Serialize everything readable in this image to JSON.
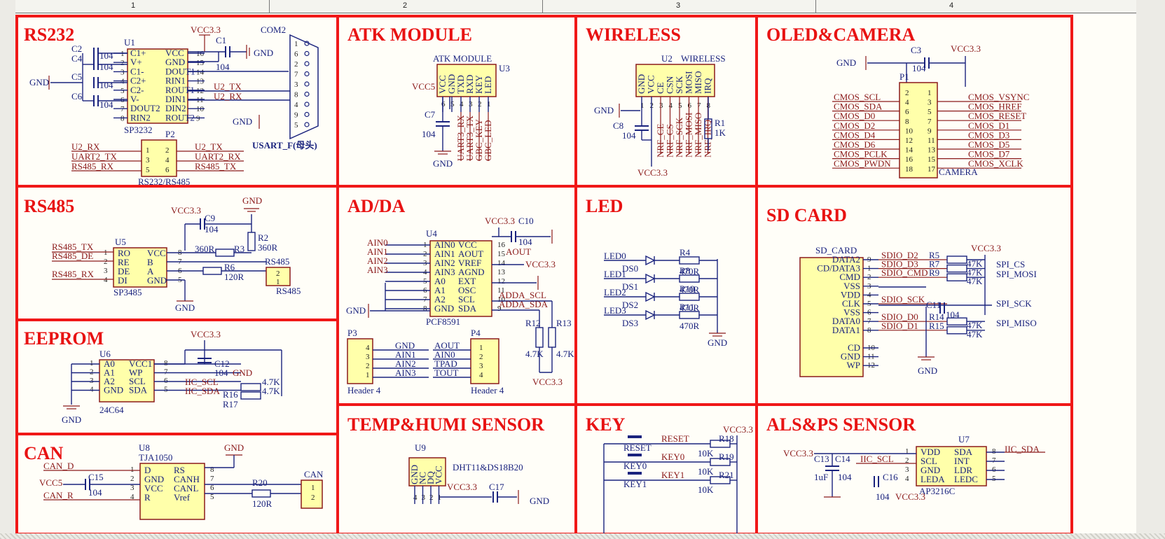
{
  "ruler": [
    "1",
    "2",
    "3",
    "4"
  ],
  "titles": {
    "rs232": "RS232",
    "atk": "ATK MODULE",
    "wireless": "WIRELESS",
    "oled": "OLED&CAMERA",
    "rs485": "RS485",
    "adda": "AD/DA",
    "led": "LED",
    "sdcard": "SD CARD",
    "eeprom": "EEPROM",
    "temp": "TEMP&HUMI SENSOR",
    "key": "KEY",
    "als": "ALS&PS SENSOR",
    "can": "CAN"
  },
  "rs232": {
    "vcc": "VCC3.3",
    "gnd": "GND",
    "com": "COM2",
    "u1": "U1",
    "part": "SP3232",
    "c1": "C1",
    "c1v": "104",
    "c2": "C2",
    "c4": "C4",
    "c5": "C5",
    "c6": "C6",
    "cv": "104",
    "left_pins": [
      "C1+",
      "V+",
      "C1-",
      "C2+",
      "C2-",
      "V-",
      "DOUT2",
      "RIN2"
    ],
    "left_nums": [
      "1",
      "2",
      "3",
      "4",
      "5",
      "6",
      "7",
      "8"
    ],
    "right_pins": [
      "VCC",
      "GND",
      "DOUT1",
      "RIN1",
      "ROUT1",
      "DIN1",
      "DIN2",
      "ROUT2"
    ],
    "right_nums": [
      "16",
      "15",
      "14",
      "13",
      "12",
      "11",
      "10",
      "9"
    ],
    "tx": "U2_TX",
    "rx": "U2_RX",
    "db9_left": [
      "1",
      "6",
      "2",
      "7",
      "3",
      "8",
      "4",
      "9",
      "5"
    ],
    "usart": "USART_F(母头)",
    "p2": "P2",
    "p2part": "RS232/RS485",
    "p2_left": [
      "U2_RX",
      "UART2_TX",
      "RS485_RX"
    ],
    "p2_right": [
      "U2_TX",
      "UART2_RX",
      "RS485_TX"
    ],
    "p2_nums": [
      "1",
      "2",
      "3",
      "4",
      "5",
      "6"
    ]
  },
  "atk": {
    "label": "ATK MODULE",
    "u3": "U3",
    "vcc": "VCC5",
    "c7": "C7",
    "c7v": "104",
    "gnd": "GND",
    "pins": [
      "VCC",
      "GND",
      "TXD",
      "RXD",
      "KEY",
      "LED"
    ],
    "nums": [
      "6",
      "5",
      "4",
      "3",
      "2",
      "1"
    ],
    "nets": [
      "UART3_RX",
      "UART3_TX",
      "GBC_KEY",
      "GBC_LED"
    ]
  },
  "wireless": {
    "u2": "U2",
    "label": "WIRELESS",
    "gnd": "GND",
    "c8": "C8",
    "c8v": "104",
    "vcc": "VCC3.3",
    "pins": [
      "GND",
      "VCC",
      "CE",
      "CSN",
      "SCK",
      "MOSI",
      "MISO",
      "IRQ"
    ],
    "nums": [
      "1",
      "2",
      "3",
      "4",
      "5",
      "6",
      "7",
      "8"
    ],
    "nets": [
      "NRF_CE",
      "NRF_CS",
      "NRF_SCK",
      "NRF_MOSI",
      "NRF_MISO",
      "NRF_IRQ"
    ],
    "r1": "R1",
    "r1v": "1K",
    "irq": "NRF_IRQ"
  },
  "oled": {
    "c3": "C3",
    "c3v": "104",
    "gnd": "GND",
    "vcc": "VCC3.3",
    "p1": "P1",
    "cam": "CAMERA",
    "left": [
      "CMOS_SCL",
      "CMOS_SDA",
      "CMOS_D0",
      "CMOS_D2",
      "CMOS_D4",
      "CMOS_D6",
      "CMOS_PCLK",
      "CMOS_PWDN"
    ],
    "lnums": [
      "2",
      "4",
      "6",
      "8",
      "10",
      "12",
      "14",
      "16",
      "18"
    ],
    "rnums": [
      "1",
      "3",
      "5",
      "7",
      "9",
      "11",
      "13",
      "15",
      "17"
    ],
    "right": [
      "CMOS_VSYNC",
      "CMOS_HREF",
      "CMOS_RESET",
      "CMOS_D1",
      "CMOS_D3",
      "CMOS_D5",
      "CMOS_D7",
      "CMOS_XCLK"
    ]
  },
  "rs485": {
    "vcc": "VCC3.3",
    "gnd": "GND",
    "c9": "C9",
    "c9v": "104",
    "r2": "R2",
    "r2v": "360R",
    "r3": "R3",
    "r3v": "360R",
    "r6": "R6",
    "r6v": "120R",
    "u5": "U5",
    "part": "SP3485",
    "lpins": [
      "RO",
      "RE",
      "DE",
      "DI"
    ],
    "lnums": [
      "1",
      "2",
      "3",
      "4"
    ],
    "rpins": [
      "VCC",
      "B",
      "A",
      "GND"
    ],
    "rnums": [
      "8",
      "7",
      "6",
      "5"
    ],
    "nets": [
      "RS485_TX",
      "RS485_DE",
      "RS485_RX"
    ],
    "conn": "RS485",
    "cnums": [
      "2",
      "1"
    ]
  },
  "adda": {
    "vcc": "VCC3.3",
    "c10": "C10",
    "c10v": "104",
    "u4": "U4",
    "part": "PCF8591",
    "gnd": "GND",
    "ain": [
      "AIN0",
      "AIN1",
      "AIN2",
      "AIN3"
    ],
    "lpins": [
      "AIN0",
      "AIN1",
      "AIN2",
      "AIN3",
      "A0",
      "A1",
      "A2",
      "GND"
    ],
    "lnums": [
      "1",
      "2",
      "3",
      "4",
      "5",
      "6",
      "7",
      "8"
    ],
    "rpins": [
      "VCC",
      "AOUT",
      "VREF",
      "AGND",
      "EXT",
      "OSC",
      "SCL",
      "SDA"
    ],
    "rnums": [
      "16",
      "15",
      "14",
      "13",
      "12",
      "11",
      "10",
      "9"
    ],
    "aout": "AOUT",
    "vref": "VCC3.3",
    "scl": "ADDA_SCL",
    "sda": "ADDA_SDA",
    "r12": "R12",
    "r13": "R13",
    "rv": "4.7K",
    "vcc2": "VCC3.3",
    "p3": "P3",
    "p4": "P4",
    "hdr": "Header 4",
    "p3nets": [
      "GND",
      "AIN1",
      "AIN2",
      "AIN3"
    ],
    "p4nets": [
      "AOUT",
      "AIN0",
      "TPAD",
      "TOUT"
    ],
    "p3nums": [
      "4",
      "3",
      "2",
      "1"
    ],
    "p4nums": [
      "1",
      "2",
      "3",
      "4"
    ]
  },
  "led": {
    "leds": [
      "LED0",
      "LED1",
      "LED2",
      "LED3"
    ],
    "ds": [
      "DS0",
      "DS1",
      "DS2",
      "DS3"
    ],
    "rs": [
      "R4",
      "R8",
      "R10",
      "R11"
    ],
    "rv": "470R",
    "gnd": "GND"
  },
  "sdcard": {
    "label": "SD_CARD",
    "vcc": "VCC3.3",
    "pins": [
      "DATA2",
      "CD/DATA3",
      "CMD",
      "VSS",
      "VDD",
      "CLK",
      "VSS",
      "DATA0",
      "DATA1",
      "",
      "CD",
      "GND",
      "WP"
    ],
    "nums": [
      "9",
      "1",
      "2",
      "3",
      "4",
      "5",
      "6",
      "7",
      "8",
      "",
      "10",
      "11",
      "12"
    ],
    "nets": [
      "SDIO_D2",
      "SDIO_D3",
      "SDIO_CMD",
      "SDIO_SCK",
      "SDIO_D0",
      "SDIO_D1"
    ],
    "rs": [
      "R5",
      "R7",
      "R9",
      "R14",
      "R15"
    ],
    "rv": "47K",
    "c11": "C11",
    "c11v": "104",
    "gnd": "GND",
    "spi": [
      "SPI_CS",
      "SPI_MOSI",
      "SPI_SCK",
      "SPI_MISO"
    ]
  },
  "eeprom": {
    "vcc": "VCC3.3",
    "u6": "U6",
    "part": "24C64",
    "gnd": "GND",
    "c12": "C12",
    "c12v": "104",
    "gnd2": "GND",
    "lpins": [
      "A0",
      "A1",
      "A2",
      "GND"
    ],
    "lnums": [
      "1",
      "2",
      "3",
      "4"
    ],
    "rpins": [
      "VCC1",
      "WP",
      "SCL",
      "SDA"
    ],
    "rnums": [
      "8",
      "7",
      "6",
      "5"
    ],
    "scl": "IIC_SCL",
    "sda": "IIC_SDA",
    "r16": "R16",
    "r17": "R17",
    "rv": "4.7K"
  },
  "temp": {
    "u9": "U9",
    "part": "DHT11&DS18B20",
    "pins": [
      "GND",
      "NC",
      "DQ",
      "VCC"
    ],
    "nums": [
      "4",
      "3",
      "2",
      "1"
    ],
    "vcc": "VCC3.3",
    "c17": "C17",
    "gnd": "GND"
  },
  "key": {
    "vcc": "VCC3.3",
    "keys": [
      "RESET",
      "KEY0",
      "KEY1"
    ],
    "rs": [
      "R18",
      "R19",
      "R21"
    ],
    "rv": "10K"
  },
  "als": {
    "u7": "U7",
    "part": "AP3216C",
    "vcc": "VCC3.3",
    "c13": "C13",
    "c14": "C14",
    "c13v": "1uF",
    "c14v": "104",
    "c16": "C16",
    "c16v": "104",
    "vcc2": "VCC3.3",
    "scl": "IIC_SCL",
    "sda": "IIC_SDA",
    "lpins": [
      "VDD",
      "SCL",
      "GND",
      "LEDA"
    ],
    "lnums": [
      "1",
      "2",
      "3",
      "4"
    ],
    "rpins": [
      "SDA",
      "INT",
      "LDR",
      "LEDC"
    ],
    "rnums": [
      "8",
      "7",
      "6",
      "5"
    ]
  },
  "can": {
    "u8": "U8",
    "part": "TJA1050",
    "gnd": "GND",
    "vcc": "VCC5",
    "c15": "C15",
    "c15v": "104",
    "lpins": [
      "D",
      "GND",
      "VCC",
      "R"
    ],
    "lnums": [
      "1",
      "2",
      "3",
      "4"
    ],
    "rpins": [
      "RS",
      "CANH",
      "CANL",
      "Vref"
    ],
    "rnums": [
      "8",
      "7",
      "6",
      "5"
    ],
    "nets": [
      "CAN_D",
      "CAN_R"
    ],
    "r20": "R20",
    "r20v": "120R",
    "conn": "CAN",
    "cnums": [
      "1",
      "2"
    ]
  }
}
